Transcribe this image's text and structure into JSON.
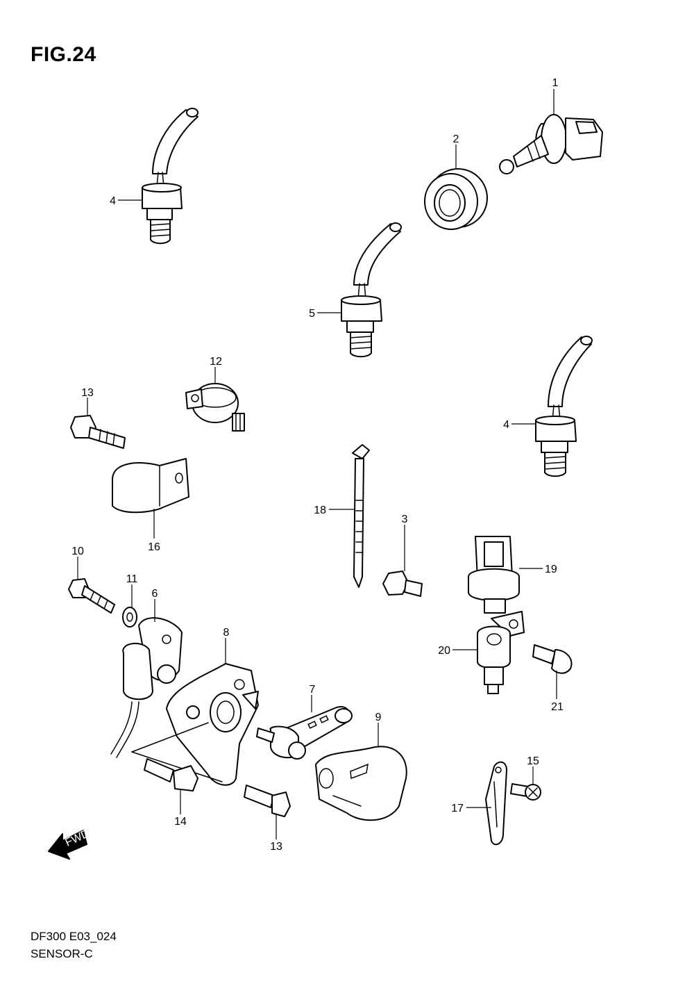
{
  "figure": {
    "title": "FIG.24",
    "model_code": "DF300 E03_024",
    "section_name": "SENSOR-C"
  },
  "callouts": [
    {
      "id": "p1",
      "label": "1"
    },
    {
      "id": "p2",
      "label": "2"
    },
    {
      "id": "p4a",
      "label": "4"
    },
    {
      "id": "p5",
      "label": "5"
    },
    {
      "id": "p12",
      "label": "12"
    },
    {
      "id": "p13a",
      "label": "13"
    },
    {
      "id": "p4b",
      "label": "4"
    },
    {
      "id": "p16",
      "label": "16"
    },
    {
      "id": "p18",
      "label": "18"
    },
    {
      "id": "p3",
      "label": "3"
    },
    {
      "id": "p19",
      "label": "19"
    },
    {
      "id": "p10",
      "label": "10"
    },
    {
      "id": "p11",
      "label": "11"
    },
    {
      "id": "p6",
      "label": "6"
    },
    {
      "id": "p8",
      "label": "8"
    },
    {
      "id": "p20",
      "label": "20"
    },
    {
      "id": "p21",
      "label": "21"
    },
    {
      "id": "p7",
      "label": "7"
    },
    {
      "id": "p9",
      "label": "9"
    },
    {
      "id": "p15",
      "label": "15"
    },
    {
      "id": "p14",
      "label": "14"
    },
    {
      "id": "p17",
      "label": "17"
    },
    {
      "id": "p13b",
      "label": "13"
    }
  ],
  "fwd_arrow": {
    "label": "FWD",
    "icon": "forward-arrow-icon"
  }
}
